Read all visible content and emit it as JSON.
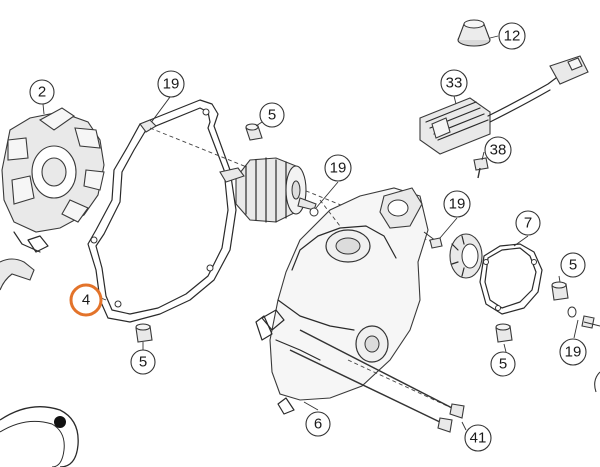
{
  "colors": {
    "callout_border": "#333333",
    "highlight": "#e3732a",
    "line": "#2a2a2a",
    "part_fill": "#e9e9e9"
  },
  "callouts": {
    "c2": "2",
    "c4": "4",
    "c5a": "5",
    "c5b": "5",
    "c5c": "5",
    "c5d": "5",
    "c6": "6",
    "c7": "7",
    "c12": "12",
    "c19a": "19",
    "c19b": "19",
    "c19c": "19",
    "c19d": "19",
    "c33": "33",
    "c38": "38",
    "c41": "41"
  },
  "highlighted_callout": "c4"
}
